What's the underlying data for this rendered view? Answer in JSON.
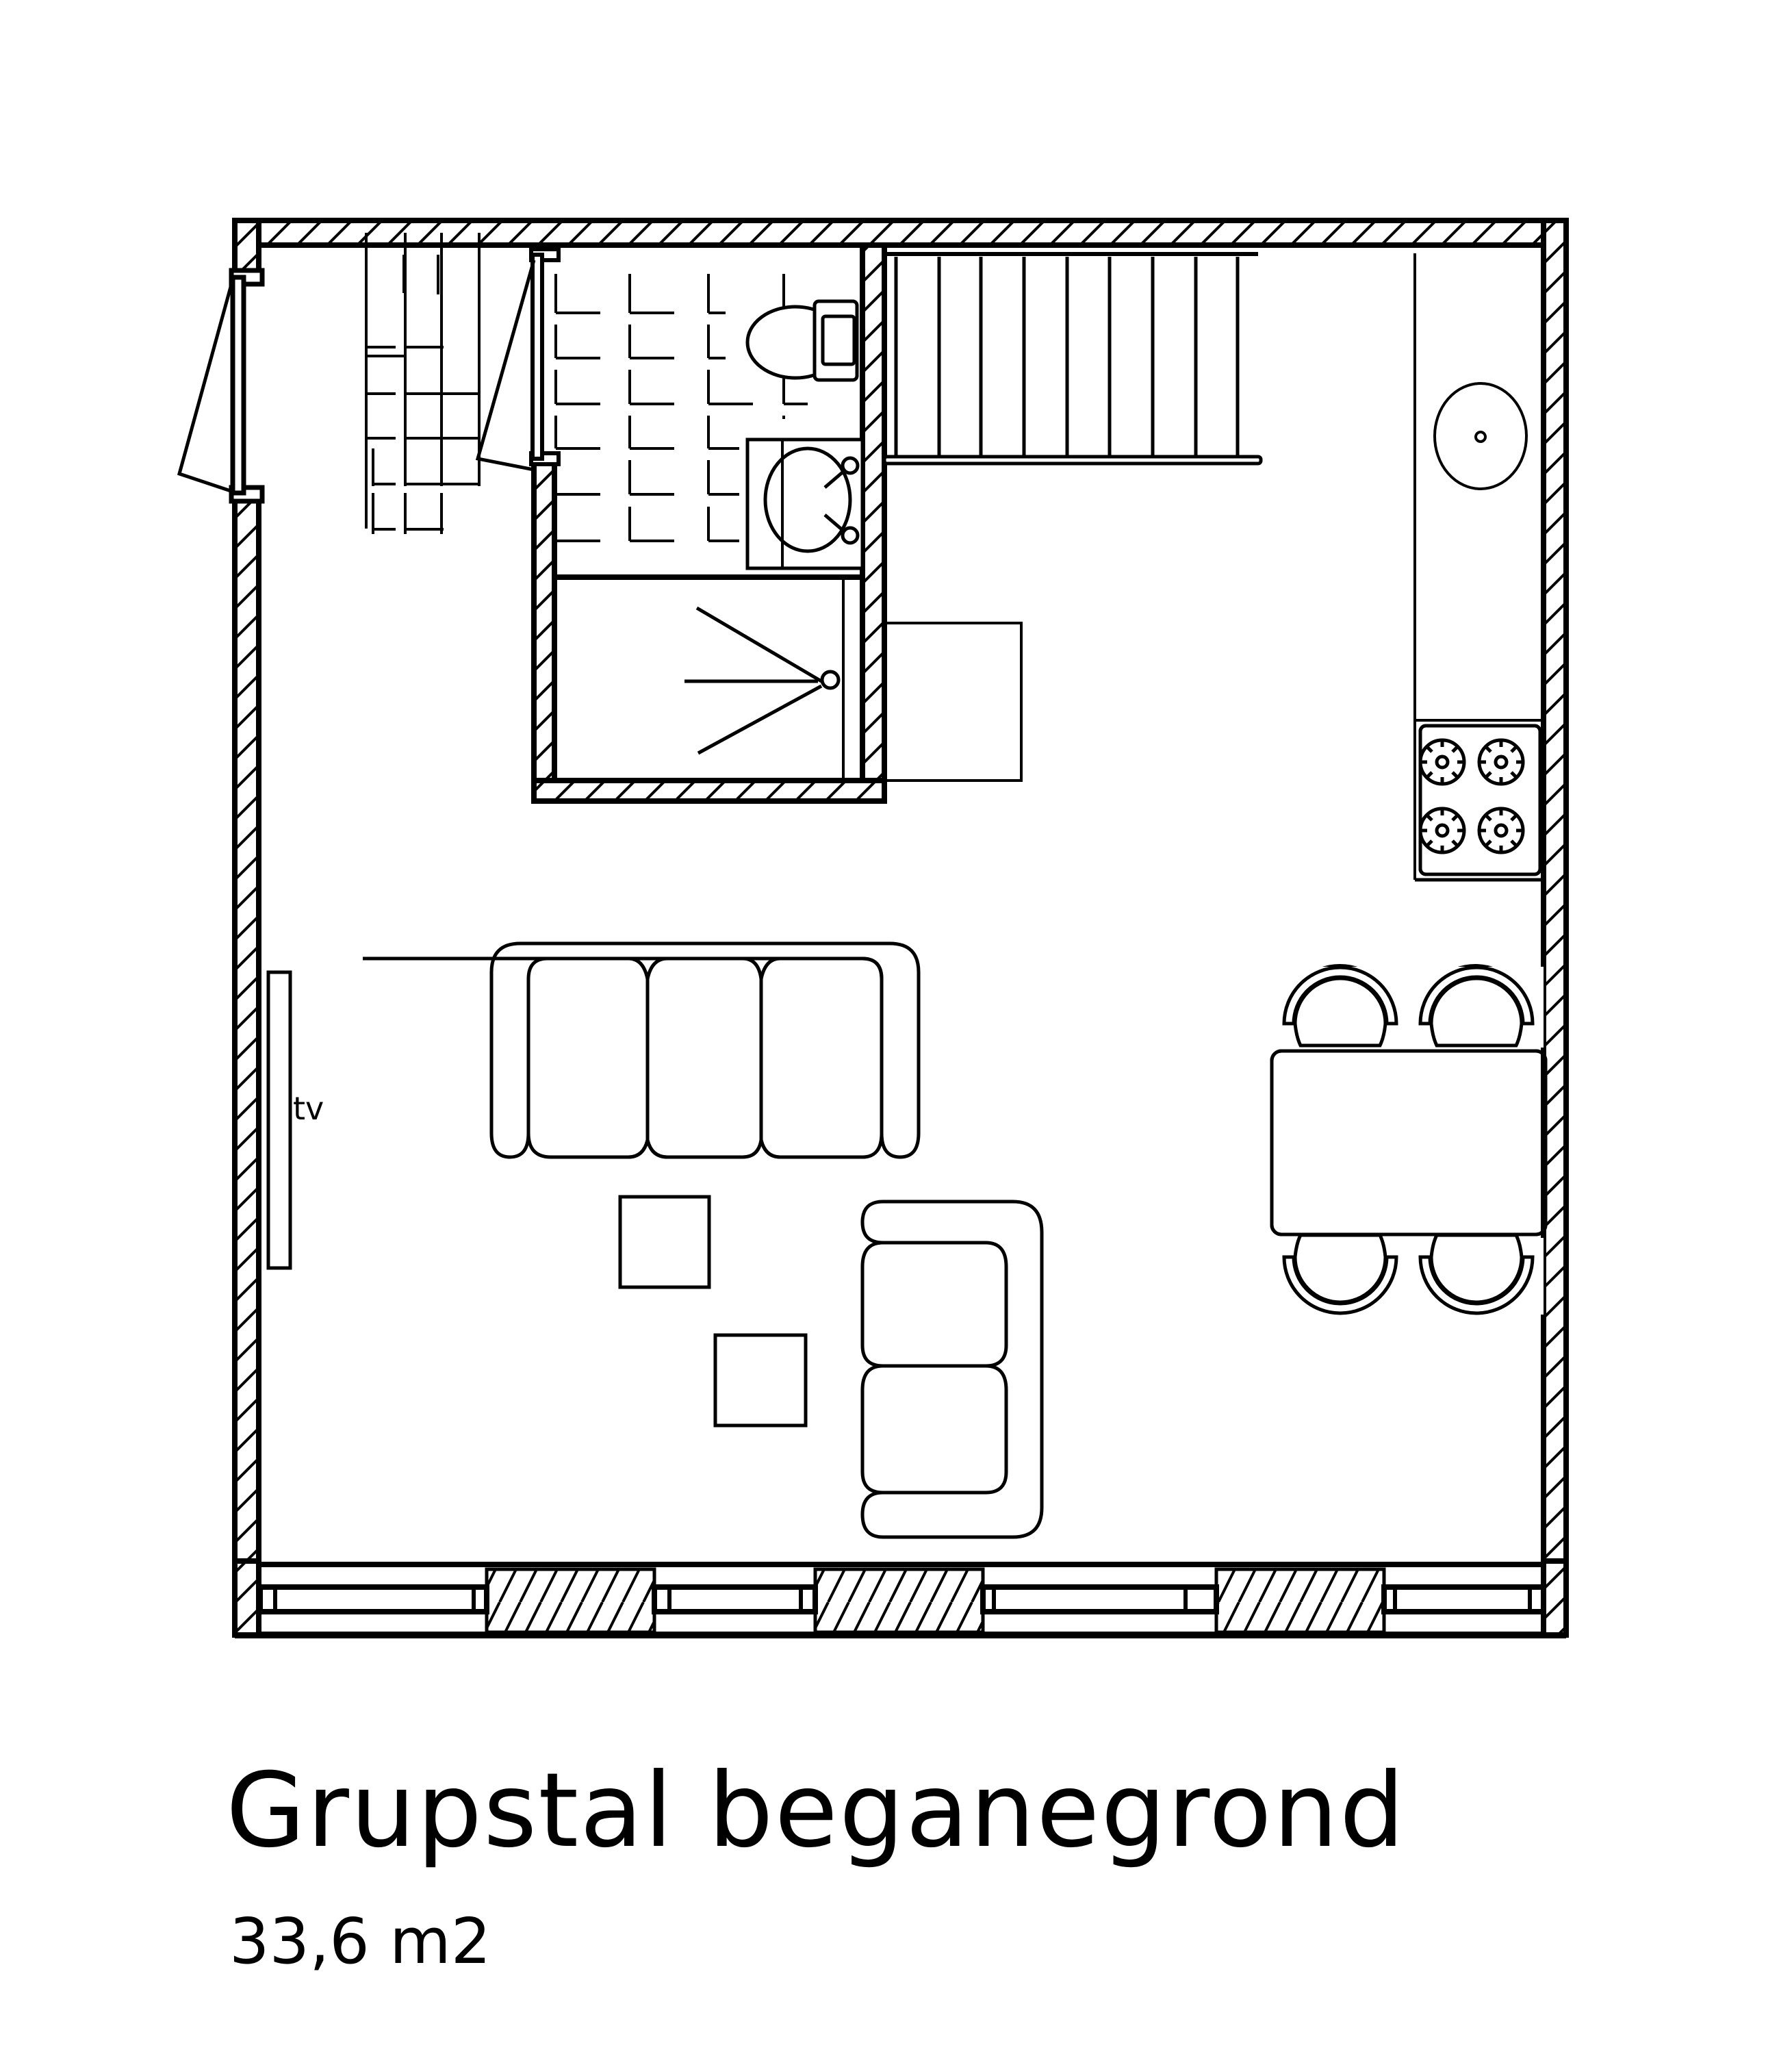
{
  "plan": {
    "title": "Grupstal beganegrond",
    "area": "33,6 m2",
    "colors": {
      "line": "#000000",
      "background": "#ffffff"
    },
    "rooms": [
      {
        "name": "bathroom",
        "fixtures": [
          "toilet",
          "washbasin",
          "shower"
        ]
      },
      {
        "name": "staircase",
        "treads": 9
      },
      {
        "name": "kitchen",
        "fixtures": [
          "sink",
          "hob-4-burners"
        ]
      },
      {
        "name": "living-room",
        "furniture": [
          "three-seat-sofa",
          "two-seat-sofa",
          "side-table",
          "side-table",
          "tv"
        ]
      },
      {
        "name": "dining",
        "furniture": [
          "dining-table",
          "chair",
          "chair",
          "chair",
          "chair"
        ]
      }
    ],
    "labels": {
      "tv": "tv"
    },
    "windows_bottom_wall": 4,
    "doors": [
      "entrance-door-left",
      "bathroom-door"
    ]
  }
}
